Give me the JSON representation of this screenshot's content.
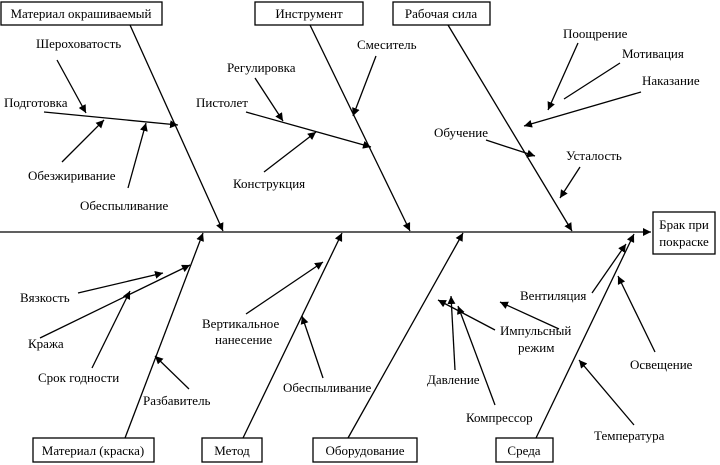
{
  "effect": {
    "line1": "Брак при",
    "line2": "покраске"
  },
  "categories": {
    "material_painted": "Материал окрашиваемый",
    "tool": "Инструмент",
    "workforce": "Рабочая сила",
    "material_paint": "Материал (краска)",
    "method": "Метод",
    "equipment": "Оборудование",
    "environment": "Среда"
  },
  "causes": {
    "roughness": "Шероховатость",
    "preparation": "Подготовка",
    "degreasing": "Обезжиривание",
    "dedusting_top": "Обеспыливание",
    "adjustment": "Регулировка",
    "mixer": "Смеситель",
    "gun": "Пистолет",
    "design": "Конструкция",
    "encouragement": "Поощрение",
    "motivation": "Мотивация",
    "punishment": "Наказание",
    "training": "Обучение",
    "fatigue": "Усталость",
    "viscosity": "Вязкость",
    "theft": "Кража",
    "shelf_life": "Срок годности",
    "thinner": "Разбавитель",
    "vertical_1": "Вертикальное",
    "vertical_2": "нанесение",
    "dedusting_bottom": "Обеспыливание",
    "pressure": "Давление",
    "compressor": "Компрессор",
    "pulse_1": "Импульсный",
    "pulse_2": "режим",
    "ventilation": "Вентиляция",
    "temperature": "Температура",
    "lighting": "Освещение"
  }
}
